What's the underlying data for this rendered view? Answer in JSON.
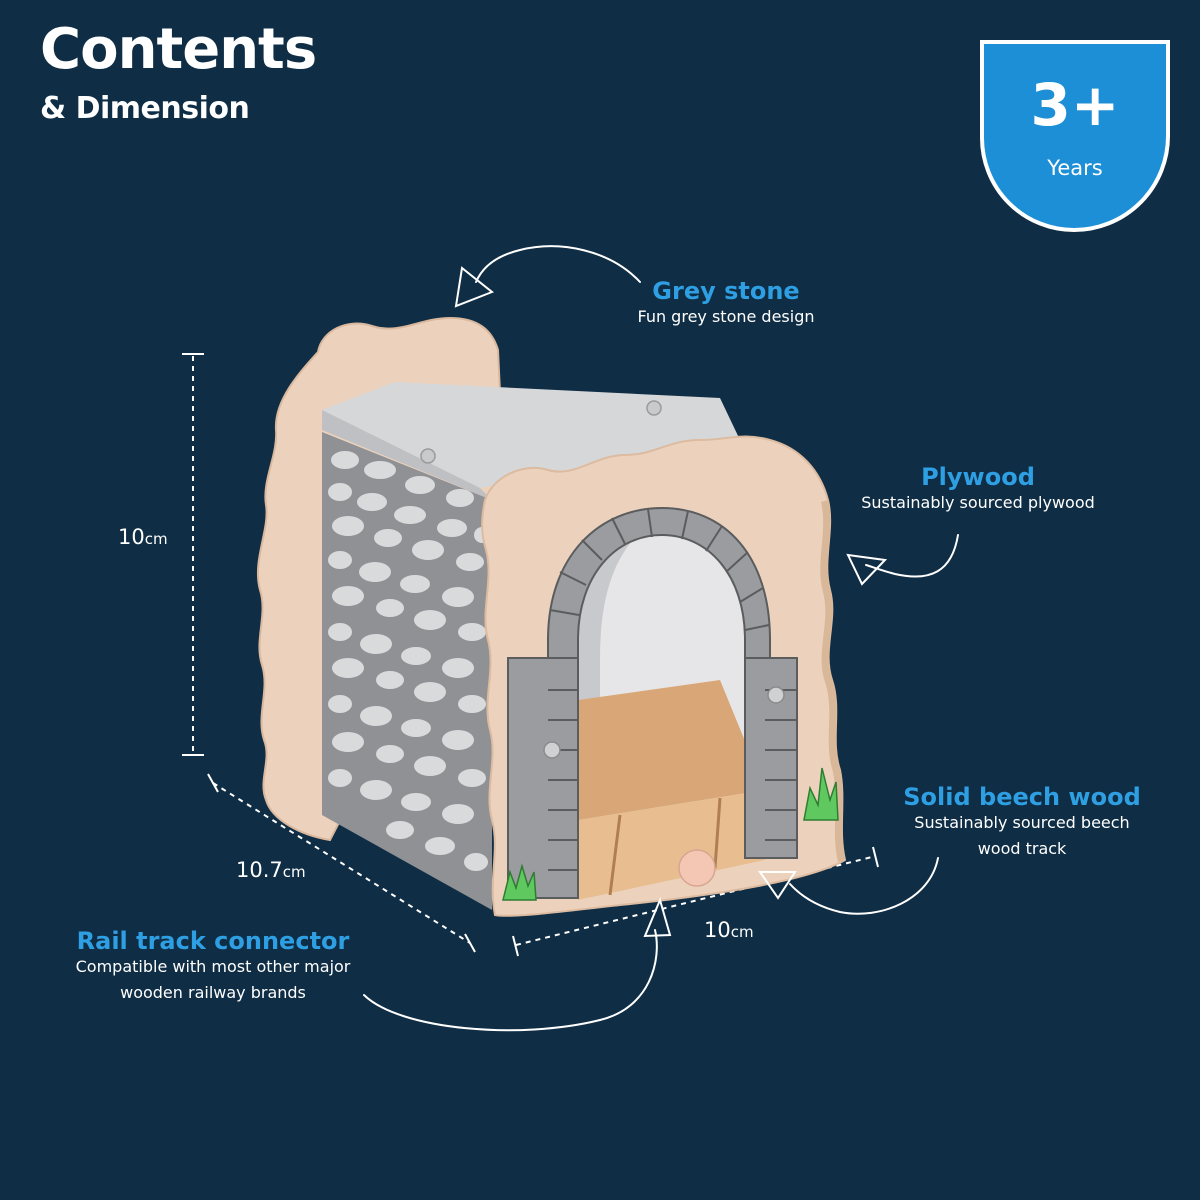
{
  "header": {
    "title": "Contents",
    "subtitle": "& Dimension"
  },
  "age_badge": {
    "value": "3+",
    "unit": "Years",
    "color": "#1d8fd6"
  },
  "callouts": {
    "grey_stone": {
      "title": "Grey stone",
      "desc": "Fun grey stone design"
    },
    "plywood": {
      "title": "Plywood",
      "desc": "Sustainably sourced plywood"
    },
    "beech": {
      "title": "Solid beech wood",
      "desc_1": "Sustainably sourced beech",
      "desc_2": "wood track"
    },
    "connector": {
      "title": "Rail track connector",
      "desc_1": "Compatible with most other major",
      "desc_2": "wooden railway brands"
    }
  },
  "dimensions": {
    "height": {
      "value": "10",
      "unit": "cm"
    },
    "depth": {
      "value": "10.7",
      "unit": "cm"
    },
    "width": {
      "value": "10",
      "unit": "cm"
    }
  },
  "colors": {
    "background": "#0f2d44",
    "accent": "#2f9fe3",
    "wood": "#ecd2bd",
    "stone": "#9a9c9f"
  }
}
